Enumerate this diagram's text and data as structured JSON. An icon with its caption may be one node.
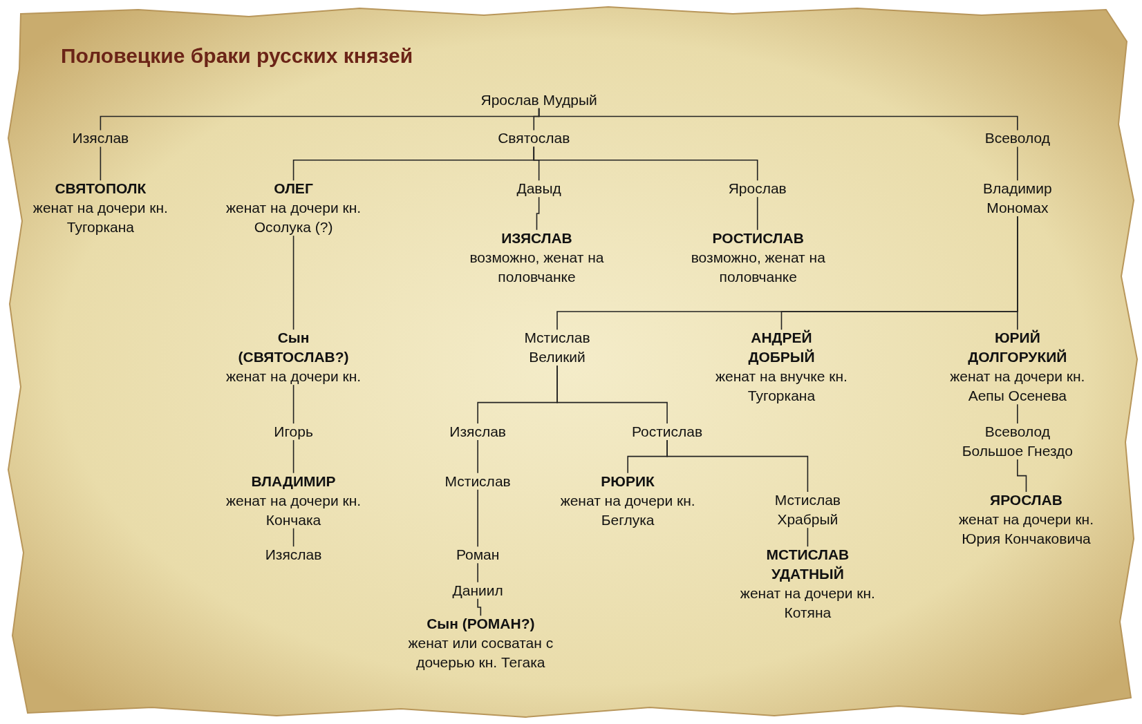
{
  "diagram": {
    "title": "Половецкие браки русских князей",
    "nodes": [
      {
        "text": [
          "Ярослав Мудрый"
        ]
      },
      {
        "text": [
          "Изяслав"
        ]
      },
      {
        "text": [
          "Святослав"
        ]
      },
      {
        "text": [
          "Всеволод"
        ]
      },
      {
        "text": [
          "СВЯТОПОЛК",
          "женат на дочери кн. Тугоркана"
        ]
      },
      {
        "text": [
          "ОЛЕГ",
          "женат на дочери кн. Осолука (?)"
        ]
      },
      {
        "text": [
          "Давыд"
        ]
      },
      {
        "text": [
          "Ярослав"
        ]
      },
      {
        "text": [
          "Владимир Мономах"
        ]
      },
      {
        "text": [
          "ИЗЯСЛАВ",
          "возможно, женат на половчанке"
        ]
      },
      {
        "text": [
          "РОСТИСЛАВ",
          "возможно, женат на половчанке"
        ]
      },
      {
        "text": [
          "Сын (СВЯТОСЛАВ?)",
          "женат на дочери кн."
        ]
      },
      {
        "text": [
          "Мстислав Великий"
        ]
      },
      {
        "text": [
          "АНДРЕЙ ДОБРЫЙ",
          "женат на внучке кн. Тугоркана"
        ]
      },
      {
        "text": [
          "ЮРИЙ ДОЛГОРУКИЙ",
          "женат на дочери кн. Аепы Осенева"
        ]
      },
      {
        "text": [
          "Игорь"
        ]
      },
      {
        "text": [
          "Изяслав"
        ]
      },
      {
        "text": [
          "Ростислав"
        ]
      },
      {
        "text": [
          "Всеволод Большое Гнездо"
        ]
      },
      {
        "text": [
          "ВЛАДИМИР",
          "женат на дочери кн. Кончака"
        ]
      },
      {
        "text": [
          "Мстислав"
        ]
      },
      {
        "text": [
          "РЮРИК",
          "женат на дочери кн. Беглука"
        ]
      },
      {
        "text": [
          "Мстислав Храбрый"
        ]
      },
      {
        "text": [
          "ЯРОСЛАВ",
          "женат на дочери кн. Юрия Кончаковича"
        ]
      },
      {
        "text": [
          "Изяслав"
        ]
      },
      {
        "text": [
          "Роман"
        ]
      },
      {
        "text": [
          "МСТИСЛАВ УДАТНЫЙ",
          "женат на дочери кн. Котяна"
        ]
      },
      {
        "text": [
          "Даниил"
        ]
      },
      {
        "text": [
          "Сын (РОМАН?)",
          "женат или сосватан с дочерью кн. Тегака"
        ]
      }
    ],
    "edges": [
      {
        "from": 0,
        "to": 1,
        "arrow": "none"
      },
      {
        "from": 0,
        "to": 2,
        "arrow": "none"
      },
      {
        "from": 0,
        "to": 3,
        "arrow": "none"
      },
      {
        "from": 1,
        "to": 4,
        "arrow": "none"
      },
      {
        "from": 2,
        "to": 5,
        "arrow": "none"
      },
      {
        "from": 2,
        "to": 6,
        "arrow": "none"
      },
      {
        "from": 2,
        "to": 7,
        "arrow": "none"
      },
      {
        "from": 3,
        "to": 8,
        "arrow": "none"
      },
      {
        "from": 6,
        "to": 9,
        "arrow": "none"
      },
      {
        "from": 7,
        "to": 10,
        "arrow": "none"
      },
      {
        "from": 5,
        "to": 11,
        "arrow": "none"
      },
      {
        "from": 8,
        "to": 12,
        "arrow": "none"
      },
      {
        "from": 8,
        "to": 13,
        "arrow": "none"
      },
      {
        "from": 8,
        "to": 14,
        "arrow": "none"
      },
      {
        "from": 11,
        "to": 15,
        "arrow": "none"
      },
      {
        "from": 12,
        "to": 16,
        "arrow": "none"
      },
      {
        "from": 12,
        "to": 17,
        "arrow": "none"
      },
      {
        "from": 14,
        "to": 18,
        "arrow": "none"
      },
      {
        "from": 15,
        "to": 19,
        "arrow": "none"
      },
      {
        "from": 16,
        "to": 20,
        "arrow": "none"
      },
      {
        "from": 17,
        "to": 21,
        "arrow": "none"
      },
      {
        "from": 17,
        "to": 22,
        "arrow": "none"
      },
      {
        "from": 18,
        "to": 23,
        "arrow": "none"
      },
      {
        "from": 19,
        "to": 24,
        "arrow": "none"
      },
      {
        "from": 20,
        "to": 25,
        "arrow": "none"
      },
      {
        "from": 22,
        "to": 26,
        "arrow": "none"
      },
      {
        "from": 25,
        "to": 27,
        "arrow": "none"
      },
      {
        "from": 27,
        "to": 28,
        "arrow": "none"
      }
    ]
  }
}
